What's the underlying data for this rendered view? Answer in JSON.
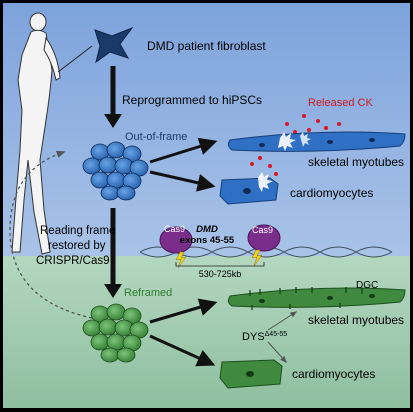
{
  "labels": {
    "fibroblast": "DMD patient fibroblast",
    "reprogrammed": "Reprogrammed  to hiPSCs",
    "out_of_frame": "Out-of-frame",
    "released_ck": "Released CK",
    "skeletal_myotubes_top": "skeletal myotubes",
    "cardiomyocytes_top": "cardiomyocytes",
    "restored_line1": "Reading frame",
    "restored_line2": "restored by",
    "restored_line3": "CRISPR/Cas9",
    "cas9_left": "Cas9",
    "cas9_right": "Cas9",
    "dmd": "DMD",
    "exons": "exons 45-55",
    "kb_range": "530-725kb",
    "reframed": "Reframed",
    "dgc": "DGC",
    "dys_prefix": "DYS",
    "dys_superscript": "Δ45-55",
    "skeletal_myotubes_bottom": "skeletal myotubes",
    "cardiomyocytes_bottom": "cardiomyocytes"
  },
  "colors": {
    "top_bg": "#8aaee0",
    "bottom_bg": "#9ec7ae",
    "cell_blue": "#3b78c4",
    "cell_green": "#4a9a4a",
    "released_ck": "#e0202a",
    "cas9": "#7a2a8a",
    "reframed_text": "#2e7d32"
  }
}
